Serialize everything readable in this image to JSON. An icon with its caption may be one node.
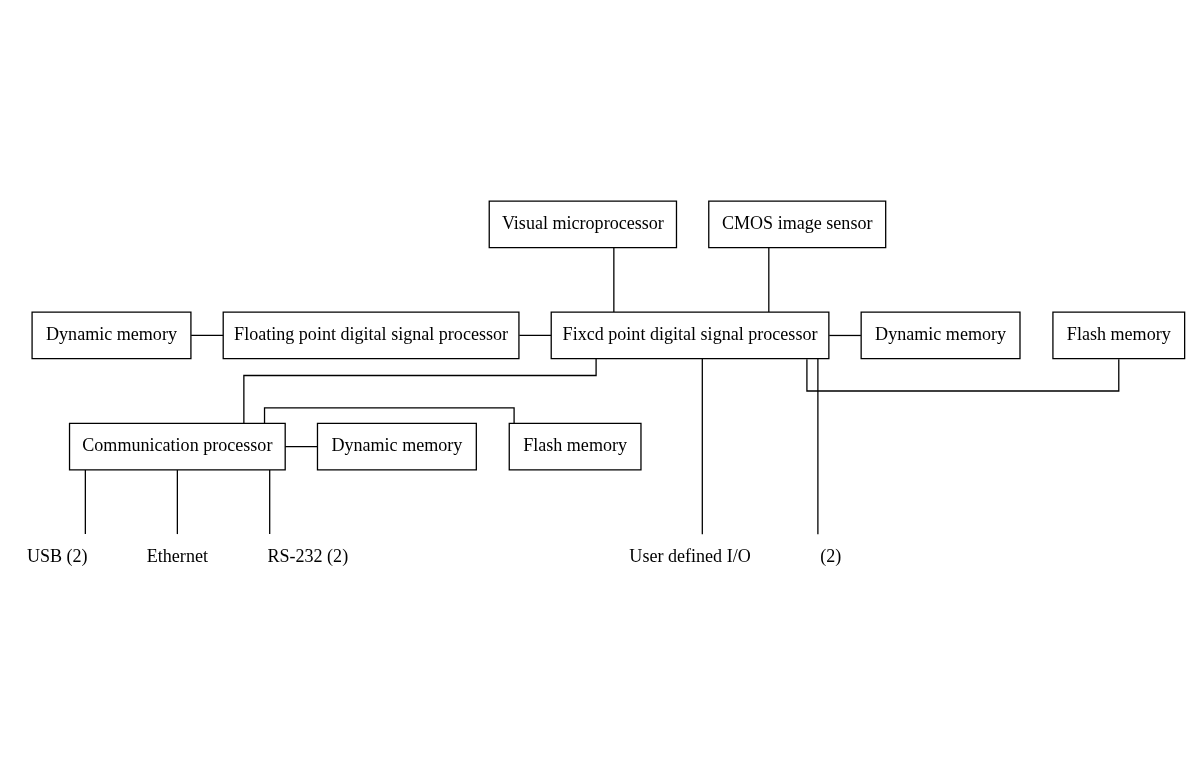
{
  "diagram": {
    "nodes": [
      {
        "text": [
          "Visual microprocessor"
        ]
      },
      {
        "text": [
          "CMOS image sensor"
        ]
      },
      {
        "text": [
          "Dynamic memory"
        ]
      },
      {
        "text": [
          "Floating point digital signal processor"
        ]
      },
      {
        "text": [
          "Fixcd point digital signal processor"
        ]
      },
      {
        "text": [
          "Flash memory"
        ]
      },
      {
        "text": [
          "Dynamic memory"
        ]
      },
      {
        "text": [
          "Communication processor"
        ]
      },
      {
        "text": [
          "Flash memory"
        ]
      },
      {
        "text": [
          "Dynamic memory"
        ]
      },
      {
        "text": [
          "User defined I/O"
        ]
      },
      {
        "text": [
          "(2)"
        ]
      },
      {
        "text": [
          "USB (2)"
        ]
      },
      {
        "text": [
          "Ethernet"
        ]
      },
      {
        "text": [
          "RS-232 (2)"
        ]
      }
    ],
    "edges": [
      {
        "from": 0,
        "to": 4,
        "arrow": "none"
      },
      {
        "from": 1,
        "to": 4,
        "arrow": "none"
      },
      {
        "from": 2,
        "to": 3,
        "arrow": "none"
      },
      {
        "from": 3,
        "to": 4,
        "arrow": "none"
      },
      {
        "from": 4,
        "to": 5,
        "arrow": "none"
      },
      {
        "from": 4,
        "to": 6,
        "arrow": "none"
      },
      {
        "from": 4,
        "to": 10,
        "arrow": "none"
      },
      {
        "from": 4,
        "to": 11,
        "arrow": "none"
      },
      {
        "from": 4,
        "to": 7,
        "arrow": "none"
      },
      {
        "from": 7,
        "to": 8,
        "arrow": "none"
      },
      {
        "from": 7,
        "to": 9,
        "arrow": "none"
      },
      {
        "from": 7,
        "to": 12,
        "arrow": "none"
      },
      {
        "from": 7,
        "to": 13,
        "arrow": "none"
      },
      {
        "from": 7,
        "to": 14,
        "arrow": "none"
      }
    ]
  }
}
